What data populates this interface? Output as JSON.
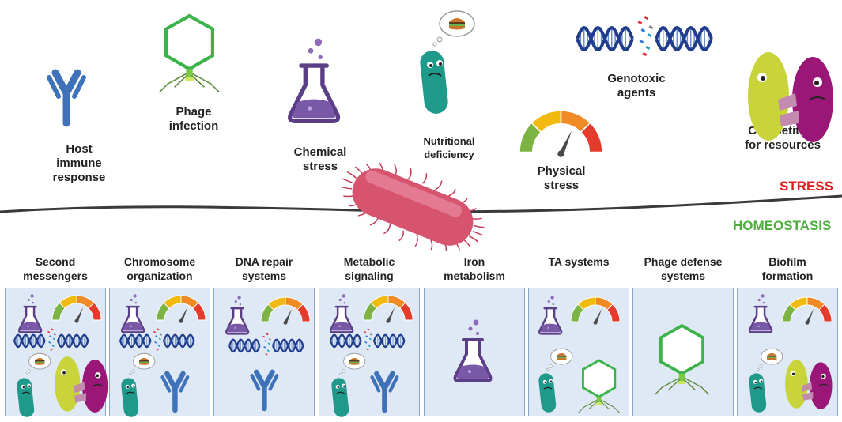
{
  "stressors": {
    "host_immune": "Host\nimmune\nresponse",
    "phage": "Phage\ninfection",
    "chemical": "Chemical\nstress",
    "nutritional": "Nutritional\ndeficiency",
    "physical": "Physical\nstress",
    "genotoxic": "Genotoxic\nagents",
    "competition": "Competition\nfor resources"
  },
  "sections": {
    "stress": "STRESS",
    "homeostasis": "HOMEOSTASIS"
  },
  "colors": {
    "stress": "#e0201f",
    "homeostasis": "#4caf3c",
    "antibody": "#3f72b8",
    "phage": "#3bb34a",
    "flask": "#5b3f86",
    "bacterium": "#1f9a8a",
    "gauge_green": "#7cb342",
    "gauge_yellow": "#f2b90f",
    "gauge_orange": "#f08a24",
    "gauge_red": "#e53b2c",
    "dna_blue": "#1f3d8c",
    "competitor_a": "#c8d43a",
    "competitor_b": "#9a1777",
    "pink_bacterium": "#d6546e",
    "panel_fill": "#dfe9f6",
    "panel_border": "#8aa7c7"
  },
  "panels": [
    {
      "title": "Second\nmessengers",
      "icons": [
        "flask-icon",
        "gauge-icon",
        "dna-icon",
        "bacterium-icon",
        "competition-icon"
      ]
    },
    {
      "title": "Chromosome\norganization",
      "icons": [
        "flask-icon",
        "gauge-icon",
        "dna-icon",
        "bacterium-icon",
        "antibody-icon"
      ]
    },
    {
      "title": "DNA repair\nsystems",
      "icons": [
        "flask-icon",
        "gauge-icon",
        "dna-icon",
        "antibody-icon"
      ]
    },
    {
      "title": "Metabolic\nsignaling",
      "icons": [
        "flask-icon",
        "gauge-icon",
        "dna-icon",
        "bacterium-icon",
        "antibody-icon"
      ]
    },
    {
      "title": "Iron\nmetabolism",
      "icons": [
        "flask-icon"
      ]
    },
    {
      "title": "TA systems",
      "icons": [
        "flask-icon",
        "gauge-icon",
        "bacterium-icon",
        "phage-icon"
      ]
    },
    {
      "title": "Phage defense\nsystems",
      "icons": [
        "phage-icon"
      ]
    },
    {
      "title": "Biofilm\nformation",
      "icons": [
        "flask-icon",
        "gauge-icon",
        "bacterium-icon",
        "competition-icon"
      ]
    }
  ]
}
